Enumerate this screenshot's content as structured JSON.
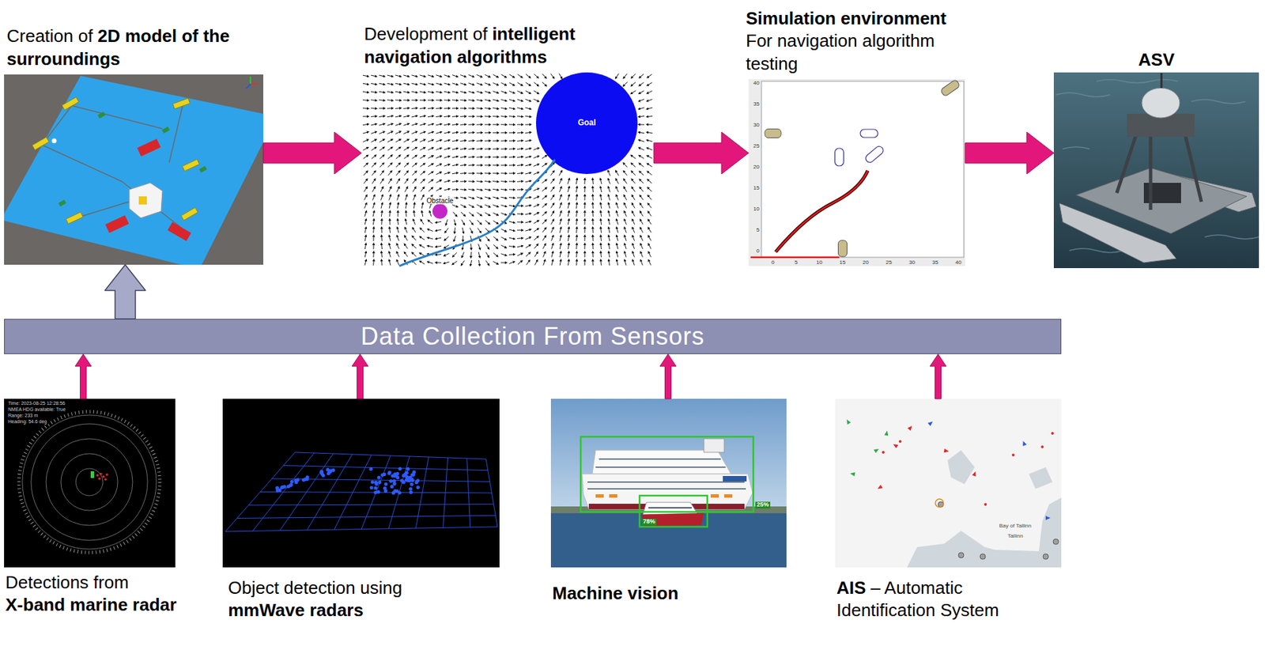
{
  "diagram": {
    "nodes": [
      {
        "text": [
          "Creation of",
          "2D model of the surroundings"
        ]
      },
      {
        "text": [
          "Development of",
          "intelligent navigation algorithms"
        ]
      },
      {
        "text": [
          "Simulation environment",
          "For navigation algorithm testing"
        ]
      },
      {
        "text": [
          "ASV"
        ]
      },
      {
        "text": [
          "Data Collection From Sensors"
        ]
      },
      {
        "text": [
          "Detections from",
          "X-band marine radar"
        ]
      },
      {
        "text": [
          "Object detection using",
          "mmWave radars"
        ]
      },
      {
        "text": [
          "Machine vision"
        ]
      },
      {
        "text": [
          "AIS",
          "– Automatic Identification System"
        ]
      }
    ],
    "edges": [
      {
        "from": 0,
        "to": 1,
        "arrow": "to"
      },
      {
        "from": 1,
        "to": 2,
        "arrow": "to"
      },
      {
        "from": 2,
        "to": 3,
        "arrow": "to"
      },
      {
        "from": 4,
        "to": 0,
        "arrow": "to"
      },
      {
        "from": 5,
        "to": 4,
        "arrow": "to"
      },
      {
        "from": 6,
        "to": 4,
        "arrow": "to"
      },
      {
        "from": 7,
        "to": 4,
        "arrow": "to"
      },
      {
        "from": 8,
        "to": 4,
        "arrow": "to"
      }
    ],
    "labels": [
      "Goal",
      "Obstacle",
      "40",
      "35",
      "30",
      "25",
      "20",
      "15",
      "10",
      "5",
      "0",
      "0",
      "5",
      "10",
      "15",
      "20",
      "25",
      "30",
      "35",
      "40",
      "Time: 2023-08-25 12:28:56",
      "NMEA HDG available: True",
      "Range: 233 m",
      "Heading: 54.6 deg",
      "25%",
      "78%",
      "Bay of Tallinn",
      "Tallinn"
    ]
  }
}
